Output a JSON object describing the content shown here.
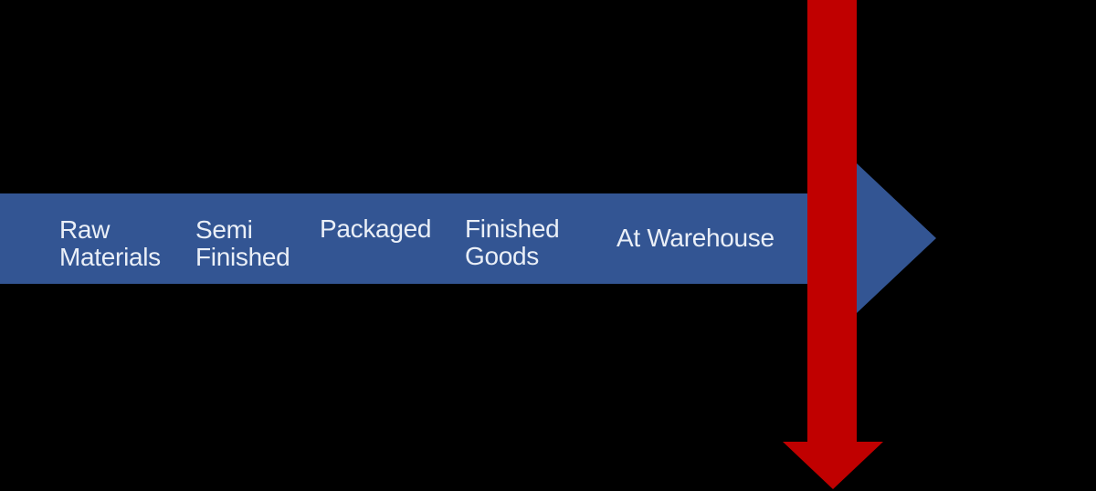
{
  "background_color": "#000000",
  "process_arrow": {
    "shape": "right-block-arrow",
    "fill_color": "#335593",
    "text_color": "#EAEFF7",
    "stages": [
      {
        "label": "Raw\nMaterials"
      },
      {
        "label": "Semi\nFinished"
      },
      {
        "label": "Packaged"
      },
      {
        "label": "Finished\nGoods"
      },
      {
        "label": "At Warehouse"
      }
    ]
  },
  "down_arrow": {
    "shape": "down-block-arrow",
    "fill_color": "#C00000"
  }
}
